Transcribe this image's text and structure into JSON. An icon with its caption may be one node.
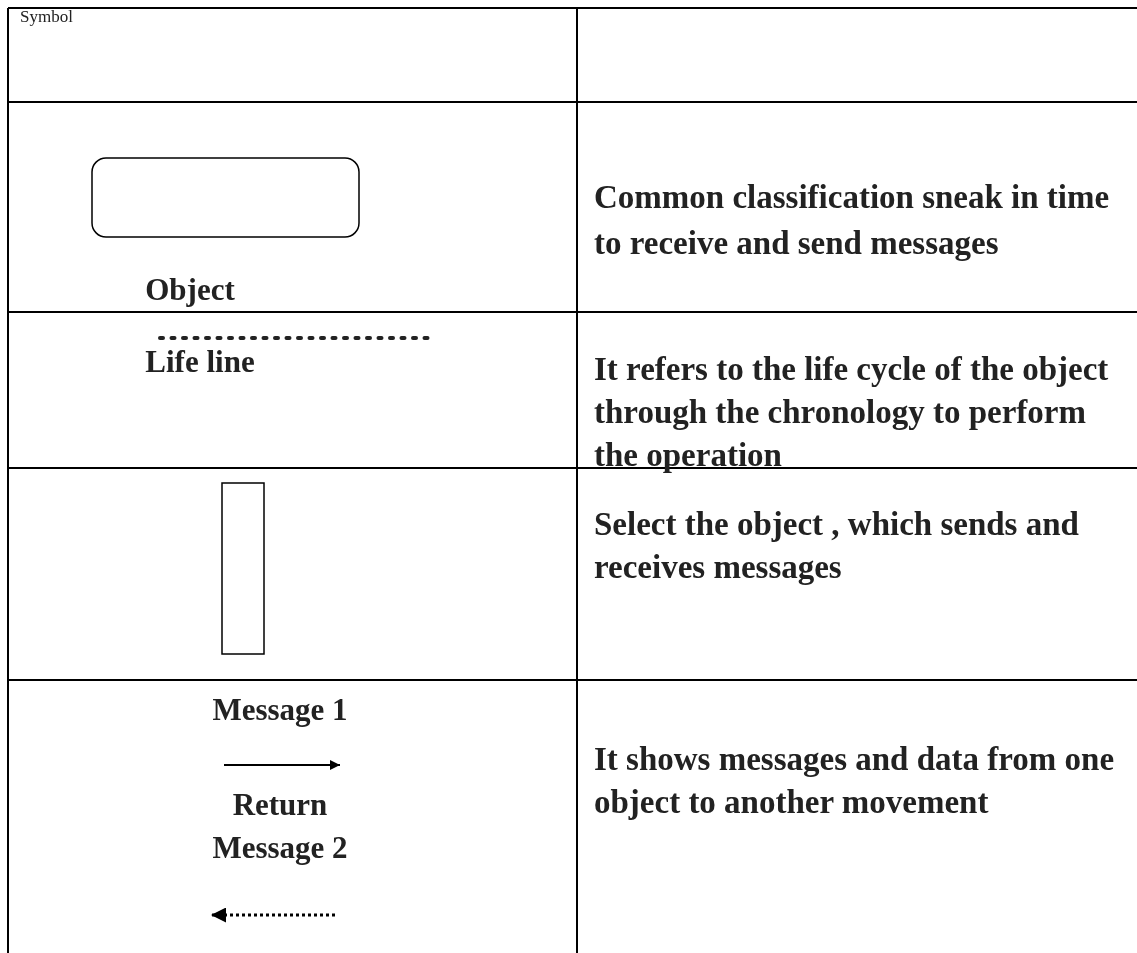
{
  "diagram": {
    "nodes": [
      {
        "text": [],
        "shape": "box"
      },
      {
        "text": [],
        "shape": "bar"
      }
    ],
    "labels": [
      "Symbol",
      "Object",
      "Common classification sneak in time to receive and send messages",
      "Life line",
      "It refers to the life cycle of the object through the chronology to perform the operation",
      "Select the object , which sends and receives messages",
      "Message 1",
      "Return Message 2",
      "It shows messages and data from one object to another movement"
    ]
  }
}
